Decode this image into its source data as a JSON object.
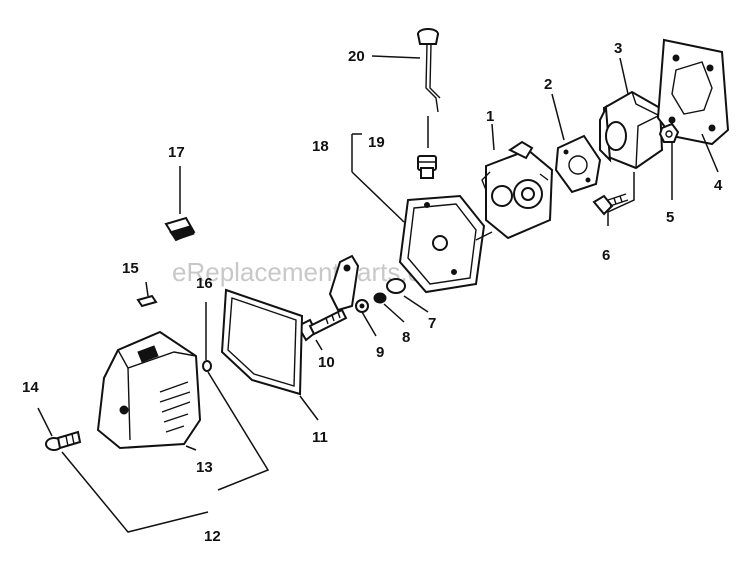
{
  "watermark": "eReplacementParts.com",
  "parts": [
    {
      "ref": "1"
    },
    {
      "ref": "2"
    },
    {
      "ref": "3"
    },
    {
      "ref": "4"
    },
    {
      "ref": "5"
    },
    {
      "ref": "6"
    },
    {
      "ref": "7"
    },
    {
      "ref": "8"
    },
    {
      "ref": "9"
    },
    {
      "ref": "10"
    },
    {
      "ref": "11"
    },
    {
      "ref": "12"
    },
    {
      "ref": "13"
    },
    {
      "ref": "14"
    },
    {
      "ref": "15"
    },
    {
      "ref": "16"
    },
    {
      "ref": "17"
    },
    {
      "ref": "18"
    },
    {
      "ref": "19"
    },
    {
      "ref": "20"
    }
  ],
  "colors": {
    "ink": "#111111",
    "paper": "#ffffff",
    "watermark": "#c8c8c8"
  }
}
